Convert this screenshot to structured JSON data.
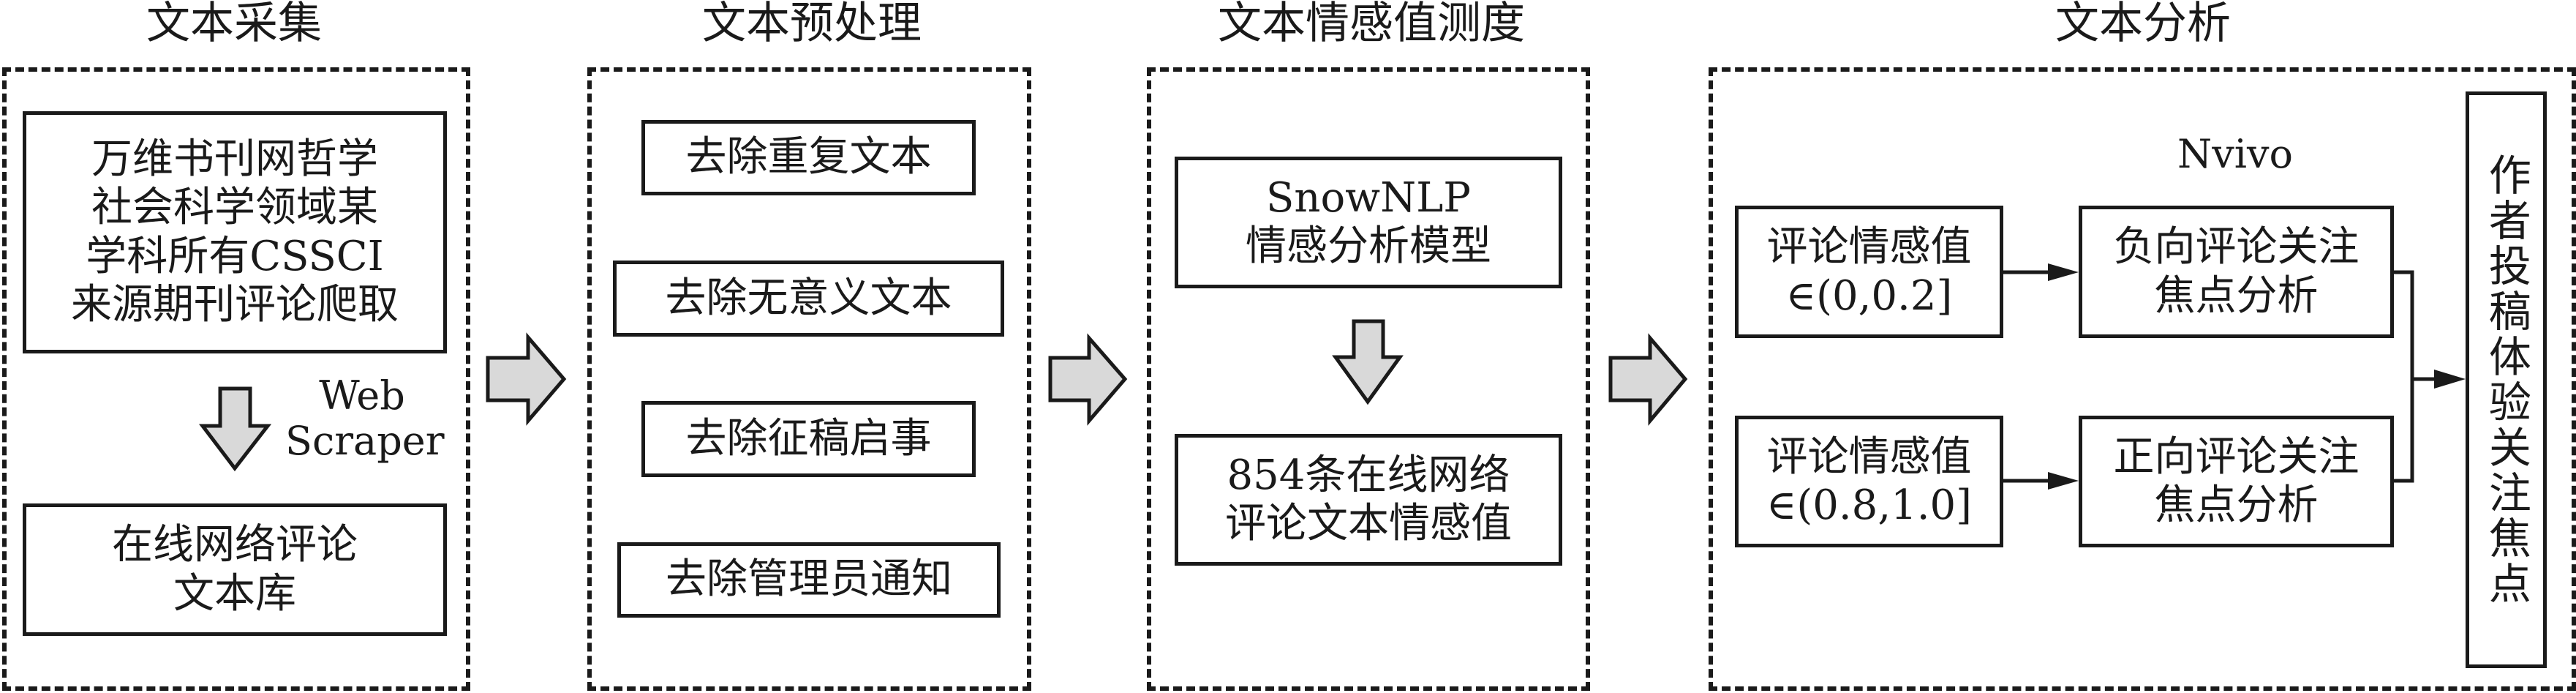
{
  "stages": [
    {
      "title": "文本采集",
      "boxes": [
        "万维书刊网哲学\n社会科学领域某\n学科所有CSSCI\n来源期刊评论爬取",
        "在线网络评论\n文本库"
      ],
      "tool_label": "Web\nScraper"
    },
    {
      "title": "文本预处理",
      "boxes": [
        "去除重复文本",
        "去除无意义文本",
        "去除征稿启事",
        "去除管理员通知"
      ]
    },
    {
      "title": "文本情感值测度",
      "boxes": [
        "SnowNLP\n情感分析模型",
        "854条在线网络\n评论文本情感值"
      ]
    },
    {
      "title": "文本分析",
      "tool_label": "Nvivo",
      "sentiment_boxes": [
        "评论情感值\n∈(0,0.2]",
        "评论情感值\n∈(0.8,1.0]"
      ],
      "analysis_boxes": [
        "负向评论关注\n焦点分析",
        "正向评论关注\n焦点分析"
      ],
      "result_box": "作者投稿体验关注焦点"
    }
  ],
  "colors": {
    "stroke": "#1a1a1a",
    "arrow_fill": "#d9d9d9",
    "background": "#ffffff"
  }
}
